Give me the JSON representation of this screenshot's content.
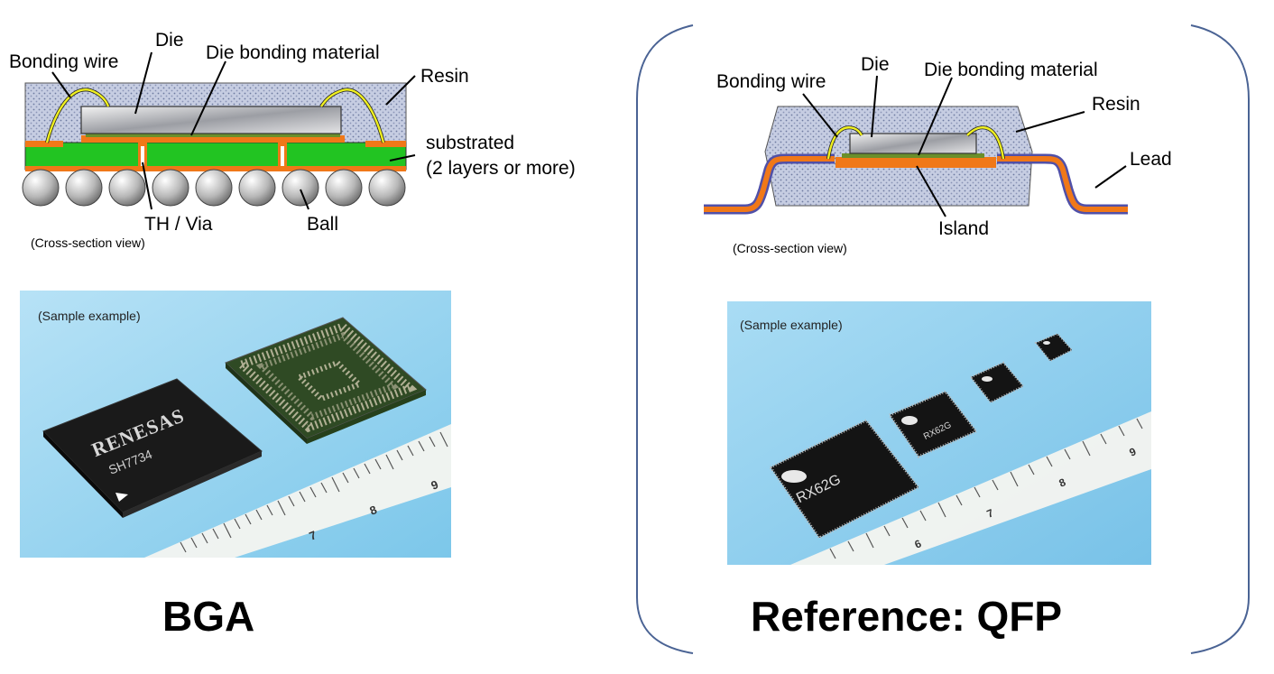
{
  "bga": {
    "labels": {
      "bonding_wire": "Bonding wire",
      "die": "Die",
      "die_bonding_material": "Die bonding material",
      "resin": "Resin",
      "substrate_line1": "substrated",
      "substrate_line2": "(2 layers or more)",
      "th_via": "TH / Via",
      "ball": "Ball",
      "cross_section": "(Cross-section view)"
    },
    "photo_caption": "(Sample example)",
    "chip_brand": "RENESAS",
    "chip_part": "SH7734",
    "ruler_numbers": [
      "7",
      "8",
      "9"
    ],
    "title": "BGA"
  },
  "qfp": {
    "labels": {
      "bonding_wire": "Bonding wire",
      "die": "Die",
      "die_bonding_material": "Die bonding material",
      "resin": "Resin",
      "lead": "Lead",
      "island": "Island",
      "cross_section": "(Cross-section view)"
    },
    "photo_caption": "(Sample example)",
    "chip_part": "RX62G",
    "ruler_numbers": [
      "6",
      "7",
      "8",
      "9"
    ],
    "title": "Reference: QFP"
  },
  "colors": {
    "resin": "#bcc4dc",
    "substrate": "#22c422",
    "copper": "#f07818",
    "wire": "#f0f020",
    "lead_outline": "#5050a8",
    "bracket": "#4a6394",
    "photo_bg": "#8fd0ec"
  }
}
